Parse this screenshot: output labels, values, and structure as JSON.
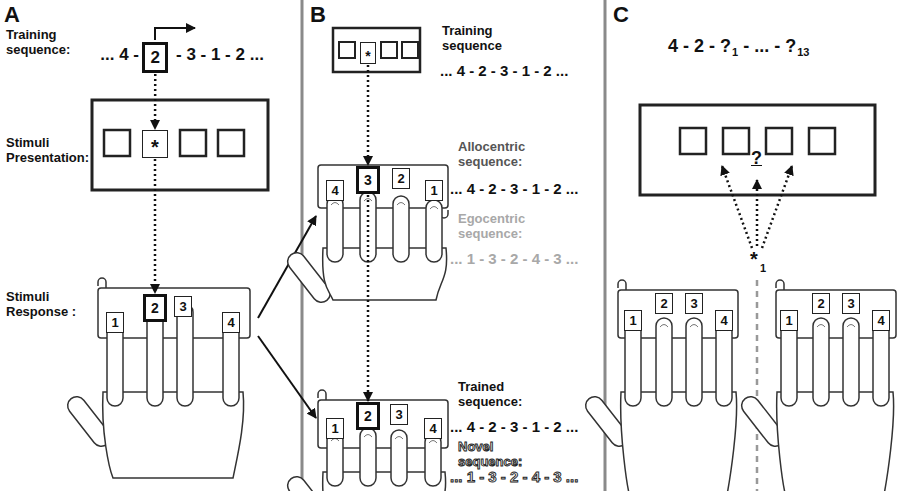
{
  "diagram": {
    "nodes": [
      {
        "text": [
          "2"
        ]
      },
      {
        "text": [
          "*"
        ]
      },
      {
        "text": [
          "1"
        ]
      },
      {
        "text": [
          "2"
        ]
      },
      {
        "text": [
          "3"
        ]
      },
      {
        "text": [
          "4"
        ]
      },
      {
        "text": [
          "*"
        ]
      },
      {
        "text": [
          "4"
        ]
      },
      {
        "text": [
          "3"
        ]
      },
      {
        "text": [
          "2"
        ]
      },
      {
        "text": [
          "1"
        ]
      },
      {
        "text": [
          "1"
        ]
      },
      {
        "text": [
          "2"
        ]
      },
      {
        "text": [
          "3"
        ]
      },
      {
        "text": [
          "4"
        ]
      },
      {
        "text": [
          "1"
        ]
      },
      {
        "text": [
          "2"
        ]
      },
      {
        "text": [
          "3"
        ]
      },
      {
        "text": [
          "4"
        ]
      },
      {
        "text": [
          "1"
        ]
      },
      {
        "text": [
          "2"
        ]
      },
      {
        "text": [
          "3"
        ]
      },
      {
        "text": [
          "4"
        ]
      }
    ],
    "edges": [
      {
        "from": 0,
        "to": 1,
        "arrow": "to"
      },
      {
        "from": 1,
        "to": 3,
        "arrow": "to"
      },
      {
        "from": 6,
        "to": 8,
        "arrow": "to"
      },
      {
        "from": 8,
        "to": 12,
        "arrow": "to"
      }
    ],
    "labels": [
      "A",
      "Training sequence:",
      "... 4 -",
      "- 3 - 1 - 2 ...",
      "Stimuli Presentation:",
      "Stimuli Response :",
      "B",
      "Training sequence",
      "... 4 - 2 - 3 - 1 - 2 ...",
      "Allocentric sequence:",
      "... 4 - 2 - 3 - 1 - 2 ...",
      "Egocentric sequence:",
      "... 1 - 3 - 2 - 4 - 3 ...",
      "Trained sequence:",
      "... 4 - 2 - 3 - 1 - 2 ...",
      "Novel sequence:",
      "... 1 - 3 - 2 - 4 - 3 ...",
      "C",
      "4 - 2 - ?",
      "1",
      "- ... - ?",
      "13",
      "?",
      "*",
      "1"
    ]
  }
}
